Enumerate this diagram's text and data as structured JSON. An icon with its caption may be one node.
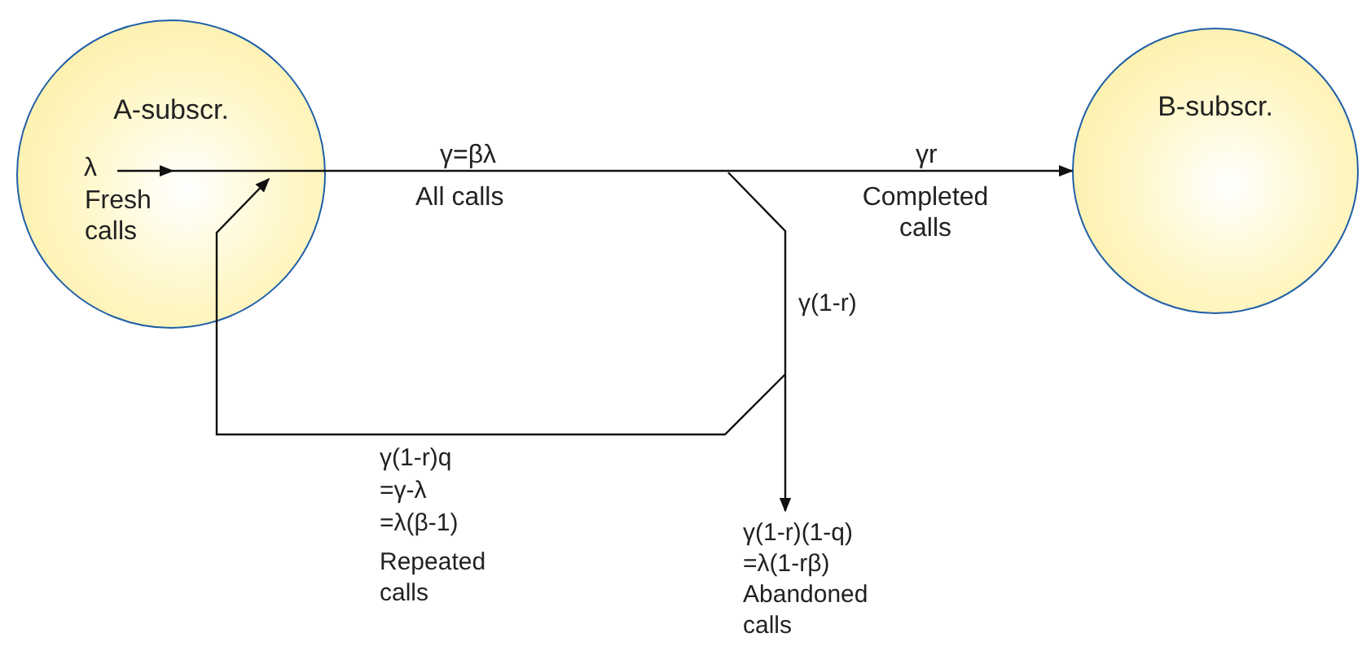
{
  "diagram": {
    "nodes": [
      {
        "text": [
          "A-subscr."
        ]
      },
      {
        "text": [
          "B-subscr."
        ]
      },
      {
        "text": [
          "λ"
        ],
        "in": 0
      },
      {
        "text": [
          "γ(1-r)(1-q)",
          "=λ(1-rβ)",
          "Abandoned calls"
        ]
      }
    ],
    "edges": [
      {
        "from": 2,
        "to": 1,
        "arrow": "to"
      },
      {
        "from": null,
        "to": 3,
        "arrow": "to"
      },
      {
        "from": null,
        "to": 0,
        "arrow": "to"
      }
    ],
    "labels": [
      "Fresh calls",
      "γ=βλ",
      "All calls",
      "γr",
      "Completed calls",
      "γ(1-r)",
      "γ(1-r)q",
      "=γ-λ",
      "=λ(β-1)",
      "Repeated calls"
    ]
  }
}
